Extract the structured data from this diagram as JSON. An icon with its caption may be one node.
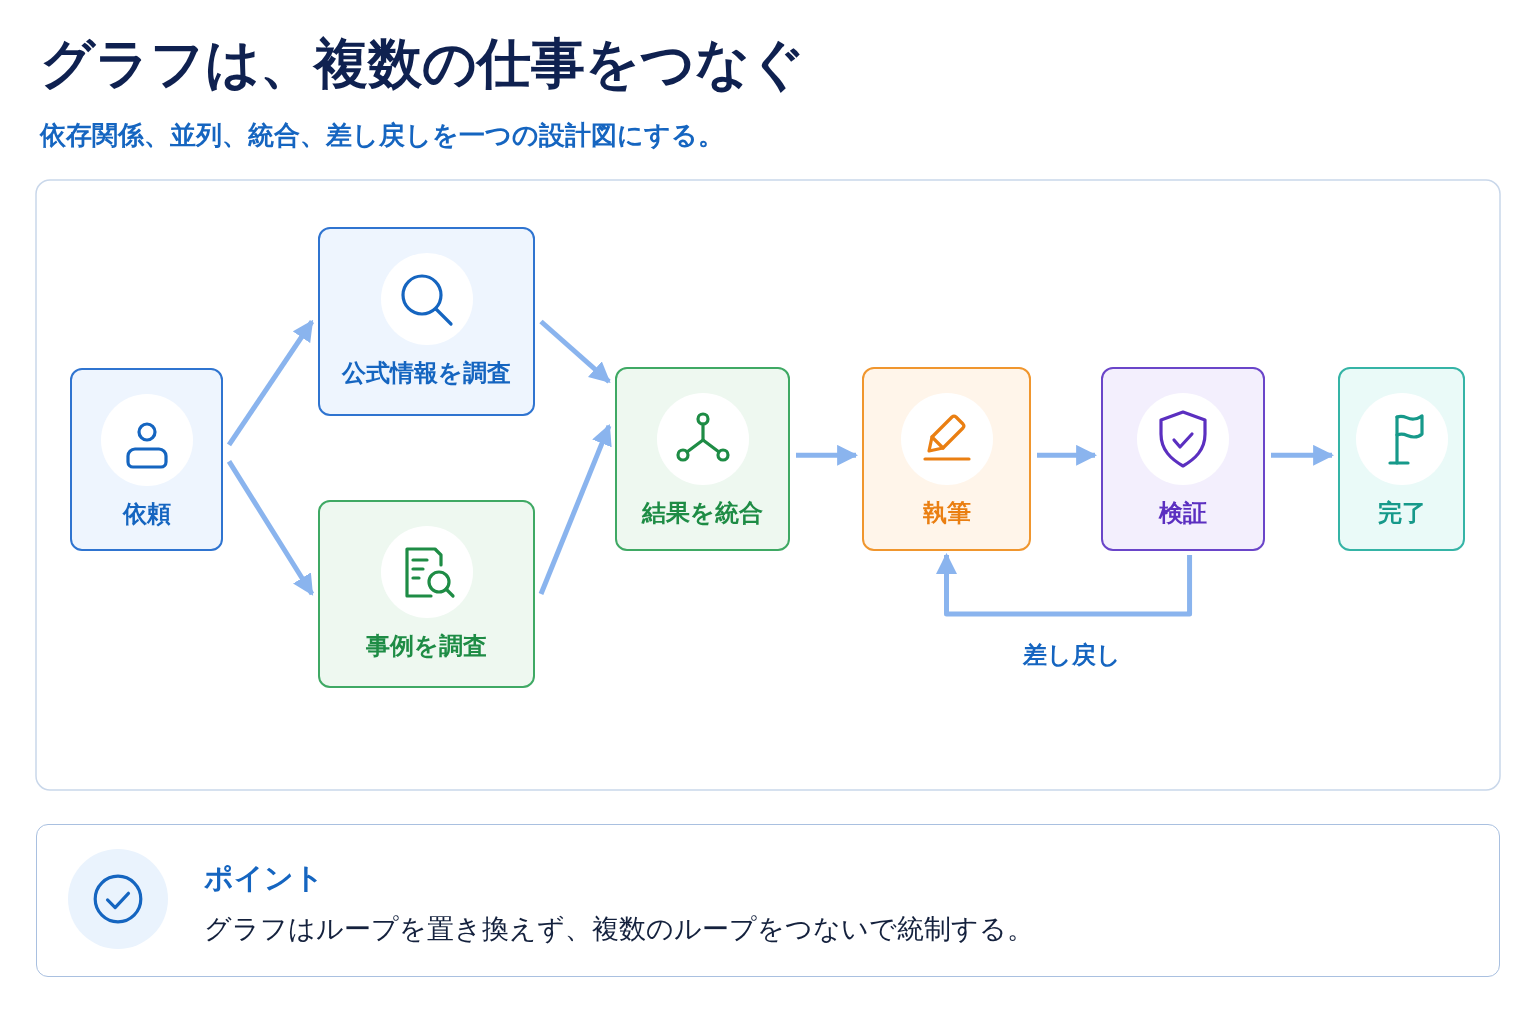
{
  "diagram": {
    "title": "グラフは、複数の仕事をつなぐ",
    "caption": "依存関係、並列、統合、差し戻しを一つの設計図にする。",
    "nodes": [
      {
        "text": [
          "依頼"
        ]
      },
      {
        "text": [
          "公式情報を調査"
        ]
      },
      {
        "text": [
          "事例を調査"
        ]
      },
      {
        "text": [
          "結果を統合"
        ]
      },
      {
        "text": [
          "執筆"
        ]
      },
      {
        "text": [
          "検証"
        ]
      },
      {
        "text": [
          "完了"
        ]
      },
      {
        "text": [
          "ポイント",
          "グラフはループを置き換えず、複数のループをつないで統制する。"
        ]
      }
    ],
    "edges": [
      {
        "from": 0,
        "to": 1,
        "arrow": "to"
      },
      {
        "from": 0,
        "to": 2,
        "arrow": "to"
      },
      {
        "from": 1,
        "to": 3,
        "arrow": "to"
      },
      {
        "from": 2,
        "to": 3,
        "arrow": "to"
      },
      {
        "from": 3,
        "to": 4,
        "arrow": "to"
      },
      {
        "from": 4,
        "to": 5,
        "arrow": "to"
      },
      {
        "from": 5,
        "to": 6,
        "arrow": "to"
      },
      {
        "from": 5,
        "to": 4,
        "arrow": "to",
        "label": "差し戻し"
      }
    ]
  }
}
